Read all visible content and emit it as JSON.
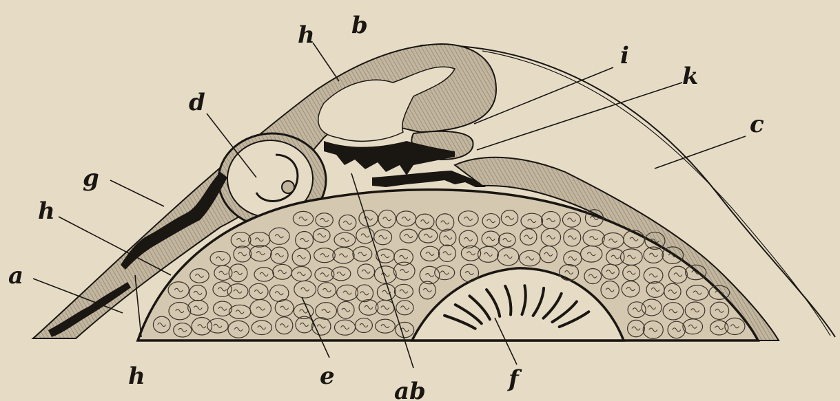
{
  "labels": {
    "a": "a",
    "b": "b",
    "c": "c",
    "d": "d",
    "e": "e",
    "f": "f",
    "g": "g",
    "h": "h",
    "i": "i",
    "k": "k",
    "ab": "ab"
  },
  "colors": {
    "paper": "#e6dcc6",
    "ink": "#1a1612",
    "shade": "#b7ab95"
  }
}
